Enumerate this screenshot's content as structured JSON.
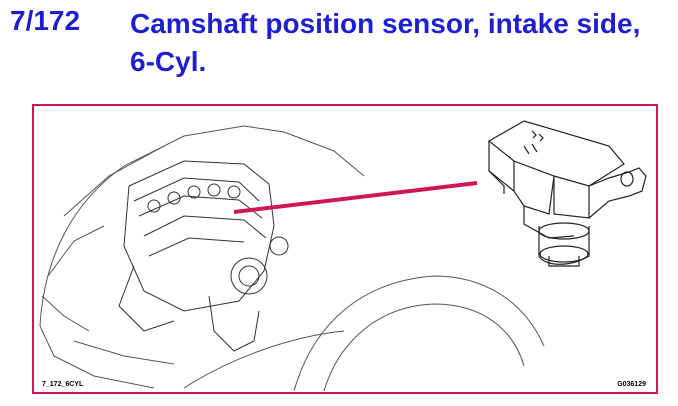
{
  "header": {
    "ref_number": "7/172",
    "title": "Camshaft position sensor, intake side, 6-Cyl."
  },
  "figure": {
    "code_left": "7_172_6CYL",
    "code_right": "G036129",
    "highlight_color": "#d01850",
    "icons": [
      "vehicle-front-icon",
      "engine-icon",
      "camshaft-sensor-icon"
    ]
  }
}
